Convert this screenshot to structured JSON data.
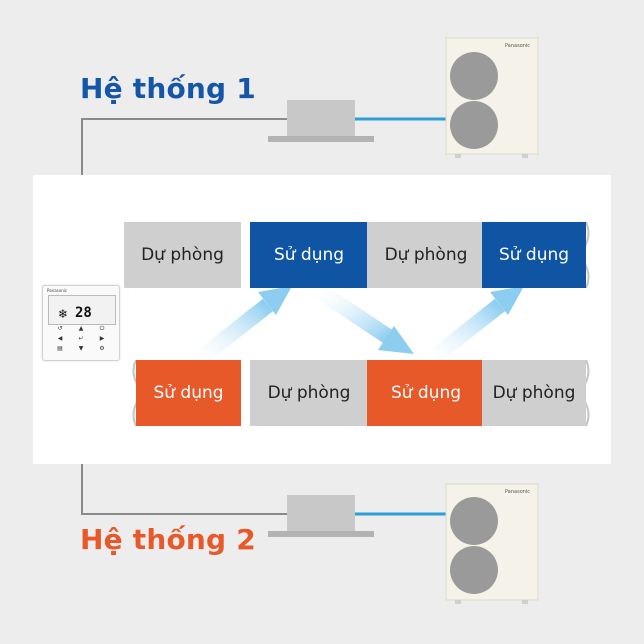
{
  "system1": {
    "title": "Hệ thống 1",
    "color": "#1556a8"
  },
  "system2": {
    "title": "Hệ thống 2",
    "color": "#e8592a"
  },
  "outdoor_brand": "Panasonic",
  "controller": {
    "brand": "Panasonic",
    "temperature": "28",
    "fan_icon": "snowflake-icon"
  },
  "row_top": [
    {
      "label": "Dự phòng",
      "state": "standby"
    },
    {
      "label": "Sử dụng",
      "state": "active"
    },
    {
      "label": "Dự phòng",
      "state": "standby"
    },
    {
      "label": "Sử dụng",
      "state": "active"
    }
  ],
  "row_bottom": [
    {
      "label": "Sử dụng",
      "state": "active"
    },
    {
      "label": "Dự phòng",
      "state": "standby"
    },
    {
      "label": "Sử dụng",
      "state": "active"
    },
    {
      "label": "Dự phòng",
      "state": "standby"
    }
  ],
  "colors": {
    "active_top": "#0f55a4",
    "active_bottom": "#e8592a",
    "standby": "#cfcfcf",
    "pipe": "#2a9fd6",
    "wire": "#8a8a8a",
    "arrow": "#a9d8f2"
  }
}
